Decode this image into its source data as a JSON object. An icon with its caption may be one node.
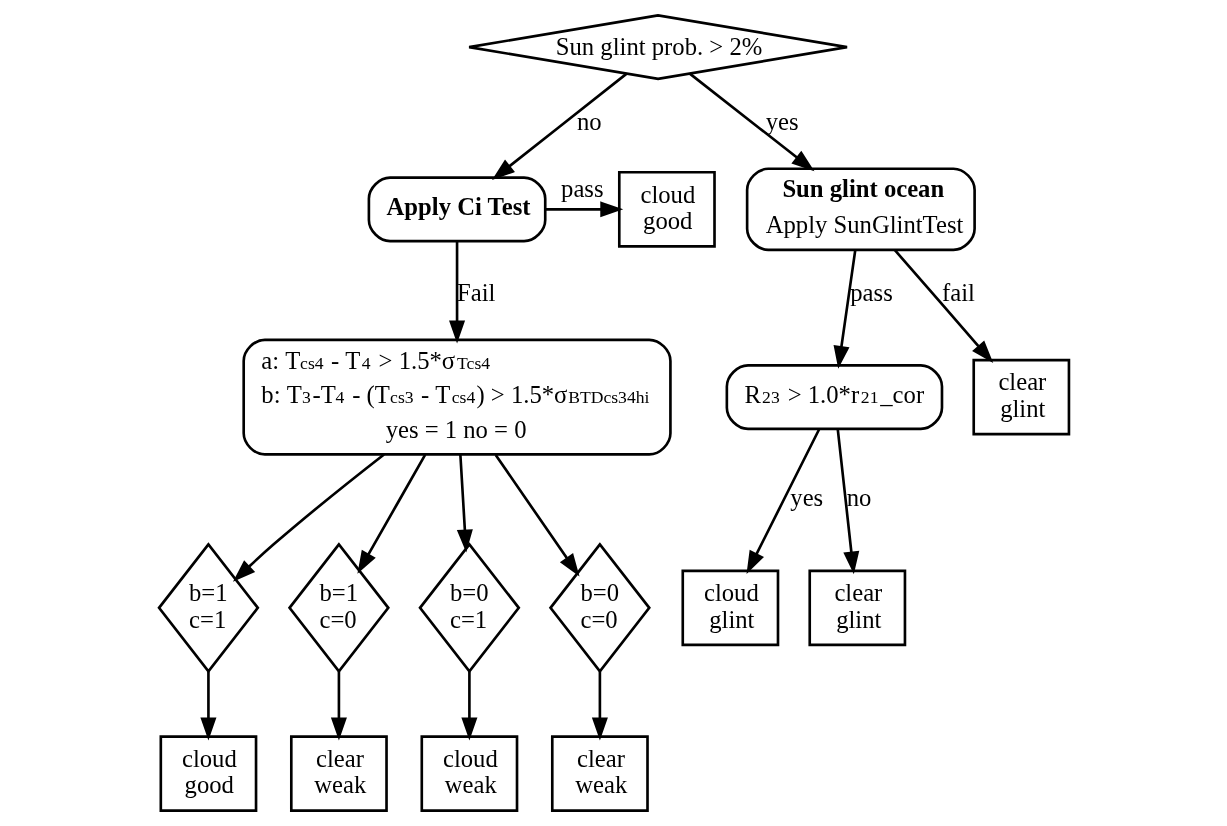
{
  "diagram": {
    "nodes": [
      {
        "text": [
          "Sun glint prob. > 2%"
        ]
      },
      {
        "text": [
          "Apply Ci Test"
        ]
      },
      {
        "text": [
          "cloud good"
        ]
      },
      {
        "text": [
          "Sun glint ocean",
          "Apply SunGlintTest"
        ]
      },
      {
        "text": [
          "a: T$_{cs4}$ - T$_{4}$ > 1.5*σ$_{Tcs4}$",
          "b: T$_{3}$-T$_{4}$ - (T$_{cs3}$ - T$_{cs4}$) > 1.5*σ$_{BTDcs34hi}$",
          "yes = 1 no = 0"
        ]
      },
      {
        "text": [
          "R$_{23}$ > 1.0*r$_{21}$_cor"
        ]
      },
      {
        "text": [
          "clear glint"
        ]
      },
      {
        "text": [
          "cloud glint"
        ]
      },
      {
        "text": [
          "clear glint"
        ]
      },
      {
        "text": [
          "b=1 c=1"
        ]
      },
      {
        "text": [
          "b=1 c=0"
        ]
      },
      {
        "text": [
          "b=0 c=1"
        ]
      },
      {
        "text": [
          "b=0 c=0"
        ]
      },
      {
        "text": [
          "cloud good"
        ]
      },
      {
        "text": [
          "clear weak"
        ]
      },
      {
        "text": [
          "cloud weak"
        ]
      },
      {
        "text": [
          "clear weak"
        ]
      }
    ],
    "edges": [
      {
        "from": 0,
        "to": 1,
        "arrow": "to",
        "label": "no"
      },
      {
        "from": 0,
        "to": 3,
        "arrow": "to",
        "label": "yes"
      },
      {
        "from": 1,
        "to": 2,
        "arrow": "to",
        "label": "pass"
      },
      {
        "from": 1,
        "to": 4,
        "arrow": "to",
        "label": "Fail"
      },
      {
        "from": 3,
        "to": 5,
        "arrow": "to",
        "label": "pass"
      },
      {
        "from": 3,
        "to": 6,
        "arrow": "to",
        "label": "fail"
      },
      {
        "from": 5,
        "to": 7,
        "arrow": "to",
        "label": "yes"
      },
      {
        "from": 5,
        "to": 8,
        "arrow": "to",
        "label": "no"
      },
      {
        "from": 4,
        "to": 9,
        "arrow": "to"
      },
      {
        "from": 4,
        "to": 10,
        "arrow": "to"
      },
      {
        "from": 4,
        "to": 11,
        "arrow": "to"
      },
      {
        "from": 4,
        "to": 12,
        "arrow": "to"
      },
      {
        "from": 9,
        "to": 13,
        "arrow": "to"
      },
      {
        "from": 10,
        "to": 14,
        "arrow": "to"
      },
      {
        "from": 11,
        "to": 15,
        "arrow": "to"
      },
      {
        "from": 12,
        "to": 16,
        "arrow": "to"
      }
    ]
  }
}
